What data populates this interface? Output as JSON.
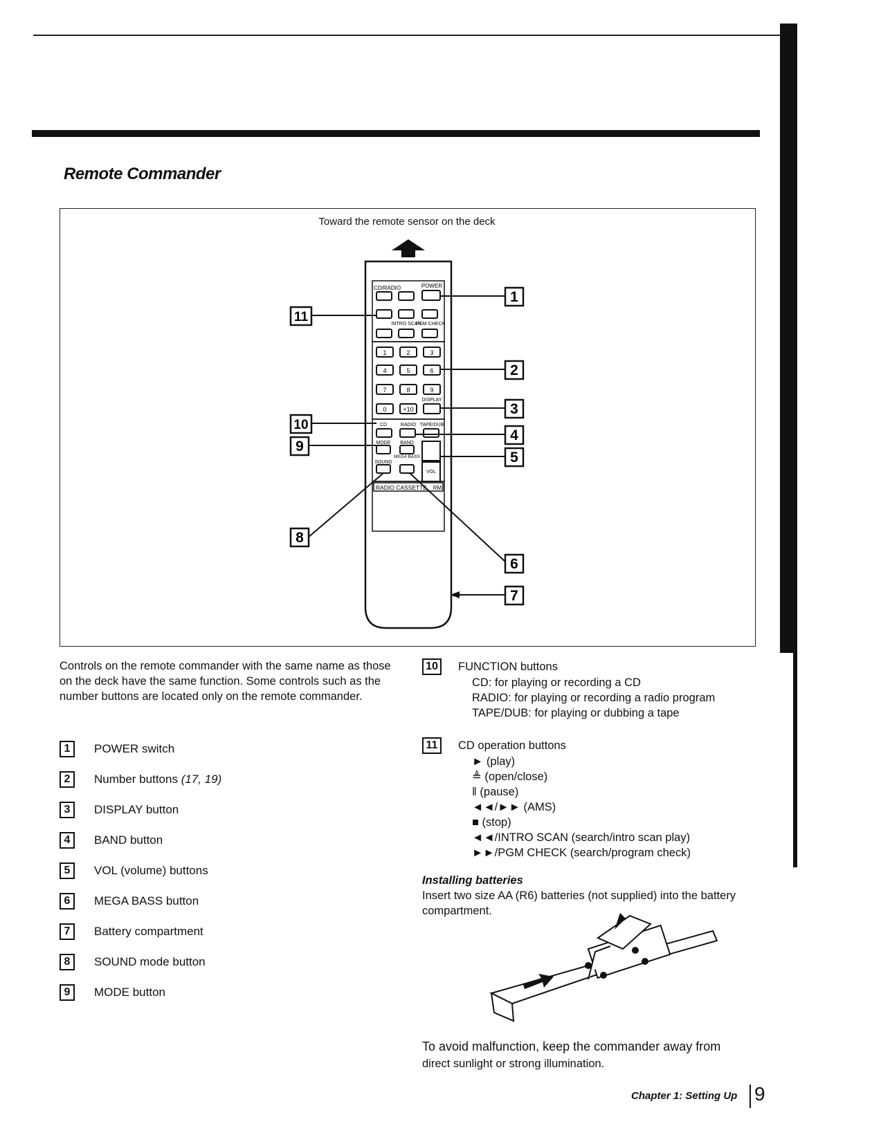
{
  "title": "Remote Commander",
  "caption": "Toward the remote sensor on the deck",
  "intro": "Controls on the remote commander with the same name as those on the deck have the same function. Some controls such as the number buttons are located only on the remote commander.",
  "callouts": [
    "1",
    "2",
    "3",
    "4",
    "5",
    "6",
    "7",
    "8",
    "9",
    "10",
    "11"
  ],
  "remote_labels": {
    "cdradio": "CD/RADIO",
    "power": "POWER",
    "intro_scan": "INTRO SCAN",
    "pgm_check": "PGM CHECK",
    "display": "DISPLAY",
    "cd": "CD",
    "radio": "RADIO",
    "tapedub": "TAPE/DUB",
    "mode": "MODE",
    "band": "BAND",
    "sound": "SOUND",
    "mega_bass": "MEGA BASS",
    "vol": "VOL",
    "radio_cassette": "RADIO CASSETTE",
    "rm": "RM",
    "key1": "1",
    "key2": "2",
    "key3": "3",
    "key4": "4",
    "key5": "5",
    "key6": "6",
    "key7": "7",
    "key8": "8",
    "key9": "9",
    "key0": "0",
    "key10": "+10"
  },
  "left_list": [
    {
      "num": "1",
      "text": "POWER switch"
    },
    {
      "num": "2",
      "text": "Number buttons",
      "ref": "(17, 19)"
    },
    {
      "num": "3",
      "text": "DISPLAY button"
    },
    {
      "num": "4",
      "text": "BAND button"
    },
    {
      "num": "5",
      "text": "VOL (volume) buttons"
    },
    {
      "num": "6",
      "text": "MEGA BASS button"
    },
    {
      "num": "7",
      "text": "Battery compartment"
    },
    {
      "num": "8",
      "text": "SOUND mode button"
    },
    {
      "num": "9",
      "text": "MODE button"
    }
  ],
  "function": {
    "num": "10",
    "heading": "FUNCTION buttons",
    "lines": [
      "CD: for playing or recording a CD",
      "RADIO: for playing or recording a radio program",
      "TAPE/DUB: for playing or dubbing a tape"
    ]
  },
  "cd_ops": {
    "num": "11",
    "heading": "CD operation buttons",
    "lines": [
      "► (play)",
      "≜ (open/close)",
      "ǁ (pause)",
      "◄◄/►► (AMS)",
      "■ (stop)",
      "◄◄/INTRO SCAN (search/intro scan play)",
      "►►/PGM CHECK (search/program check)"
    ]
  },
  "batteries": {
    "heading": "Installing batteries",
    "text": "Insert two size AA (R6) batteries (not supplied) into the battery compartment."
  },
  "note_line1": "To avoid malfunction, keep the commander away from",
  "note_line2": "direct sunlight or strong illumination.",
  "footer": "Chapter 1: Setting Up",
  "page": "9"
}
